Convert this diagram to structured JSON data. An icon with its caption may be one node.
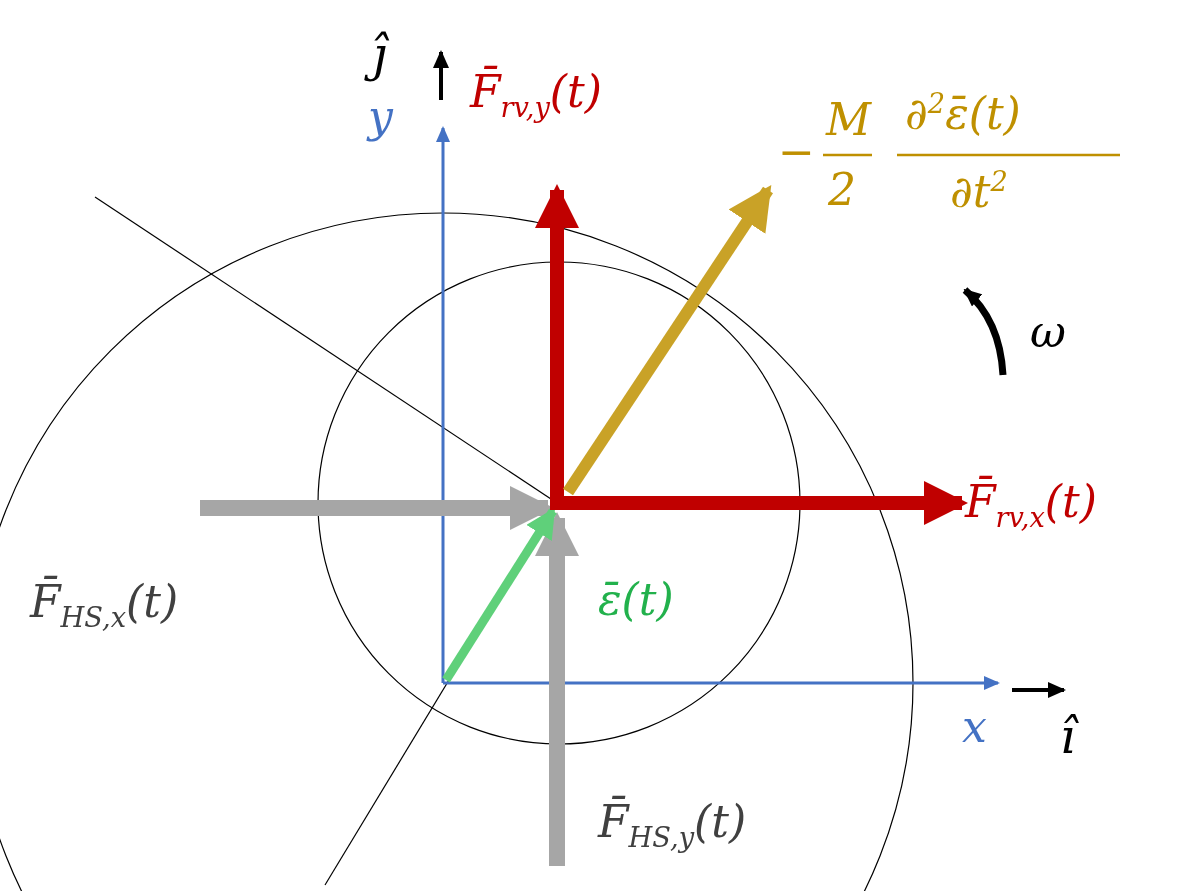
{
  "diagram": {
    "labels": [
      "ĵ",
      "y",
      "F̄$_{rv,y}$(t)",
      "−",
      "M",
      "2",
      "∂$^{2}$ε̄(t)",
      "∂t$^{2}$",
      "ω",
      "F̄$_{rv,x}$(t)",
      "F̄$_{HS,x}$(t)",
      "ε̄(t)",
      "x",
      "ı̂",
      "F̄$_{HS,y}$(t)"
    ]
  }
}
